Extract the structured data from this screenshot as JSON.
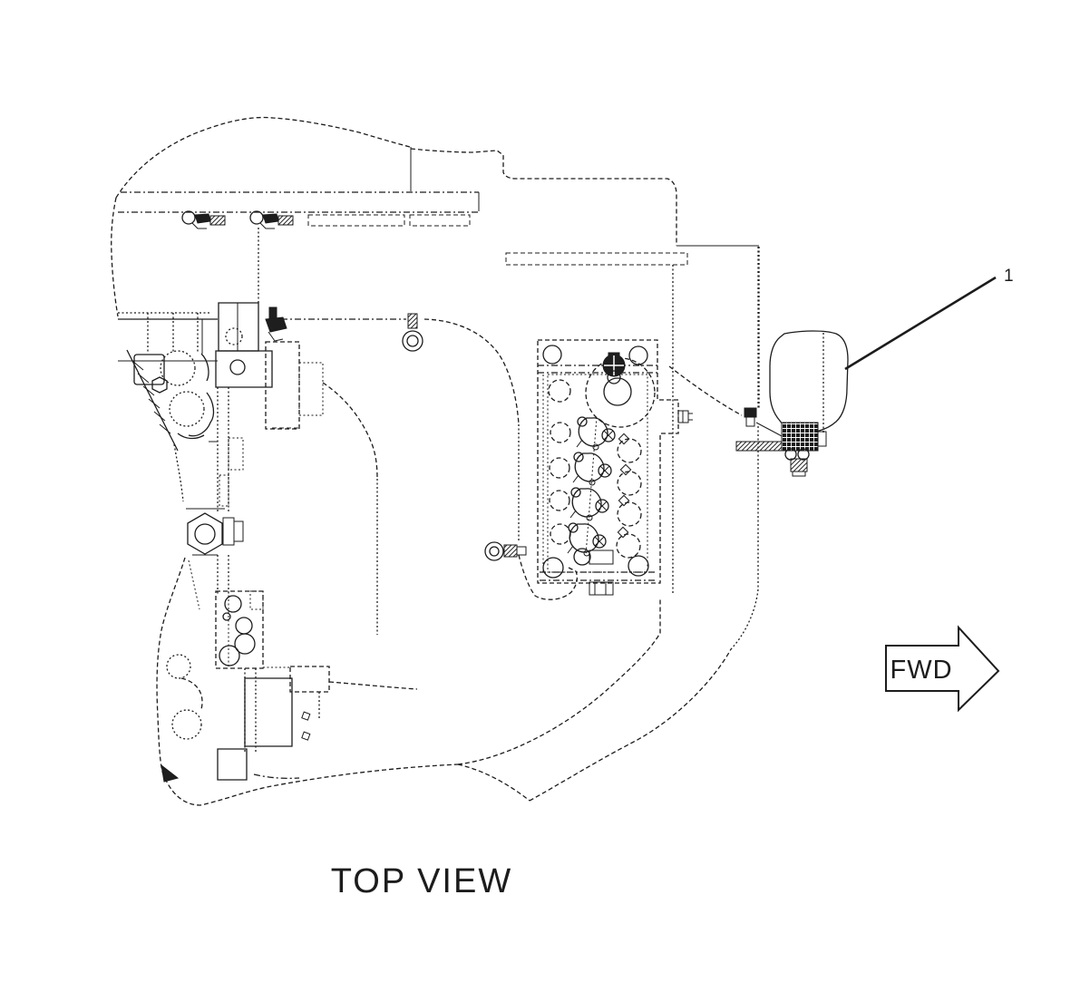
{
  "diagram": {
    "view_label": "TOP VIEW",
    "direction_label": "FWD",
    "callout_1": "1",
    "line_color": "#1c1c1c",
    "background_color": "#ffffff"
  }
}
